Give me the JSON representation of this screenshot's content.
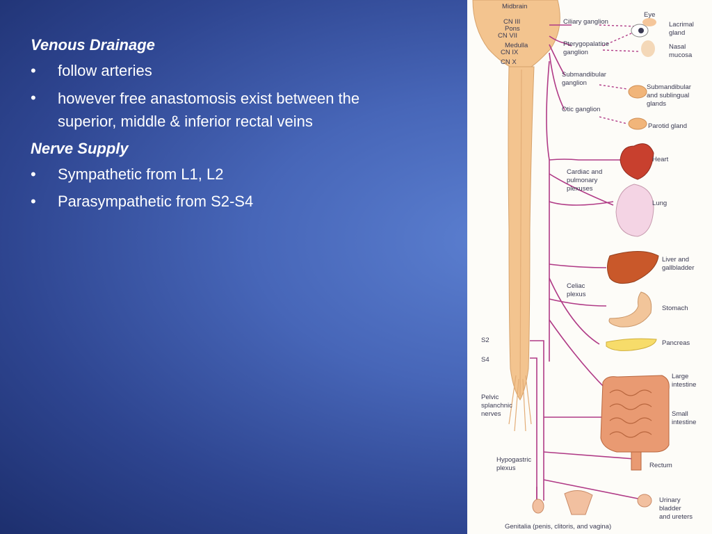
{
  "slide": {
    "sections": [
      {
        "heading": "Venous Drainage",
        "bullets": [
          "follow arteries",
          "however free anastomosis exist between the superior, middle & inferior rectal veins"
        ]
      },
      {
        "heading": "Nerve Supply",
        "bullets": [
          "Sympathetic from L1, L2",
          "Parasympathetic from S2-S4"
        ]
      }
    ],
    "bullet_glyph": "•"
  },
  "figure": {
    "brainstem_labels": {
      "midbrain": "Midbrain",
      "cn3": "CN III",
      "pons": "Pons",
      "cn7": "CN VII",
      "medulla": "Medulla",
      "cn9": "CN IX",
      "cn10": "CN X"
    },
    "ganglia": {
      "ciliary": "Ciliary ganglion",
      "pterygopalatine_1": "Pterygopalatine",
      "pterygopalatine_2": "ganglion",
      "submandibular_1": "Submandibular",
      "submandibular_2": "ganglion",
      "otic": "Otic ganglion"
    },
    "plexuses": {
      "cardiac_1": "Cardiac and",
      "cardiac_2": "pulmonary",
      "cardiac_3": "plexuses",
      "celiac_1": "Celiac",
      "celiac_2": "plexus",
      "hypogastric_1": "Hypogastric",
      "hypogastric_2": "plexus"
    },
    "spinal": {
      "s2": "S2",
      "s4": "S4",
      "pelvic_1": "Pelvic",
      "pelvic_2": "splanchnic",
      "pelvic_3": "nerves"
    },
    "organs": {
      "eye": "Eye",
      "lacrimal_1": "Lacrimal",
      "lacrimal_2": "gland",
      "nasal_1": "Nasal",
      "nasal_2": "mucosa",
      "submandibular_glands_1": "Submandibular",
      "submandibular_glands_2": "and sublingual",
      "submandibular_glands_3": "glands",
      "parotid": "Parotid gland",
      "heart": "Heart",
      "lung": "Lung",
      "liver_1": "Liver and",
      "liver_2": "gallbladder",
      "stomach": "Stomach",
      "pancreas": "Pancreas",
      "large_intestine_1": "Large",
      "large_intestine_2": "intestine",
      "small_intestine_1": "Small",
      "small_intestine_2": "intestine",
      "rectum": "Rectum",
      "bladder_1": "Urinary",
      "bladder_2": "bladder",
      "bladder_3": "and ureters",
      "genitalia": "Genitalia (penis, clitoris, and vagina)"
    },
    "colors": {
      "spinal_cord": "#f3c48f",
      "nerve": "#b03a86",
      "heart": "#c8402e",
      "lung": "#f4d4e4",
      "liver": "#c9582a",
      "stomach": "#f2c59a",
      "pancreas": "#f7dc6a",
      "intestine": "#e99a72"
    }
  }
}
